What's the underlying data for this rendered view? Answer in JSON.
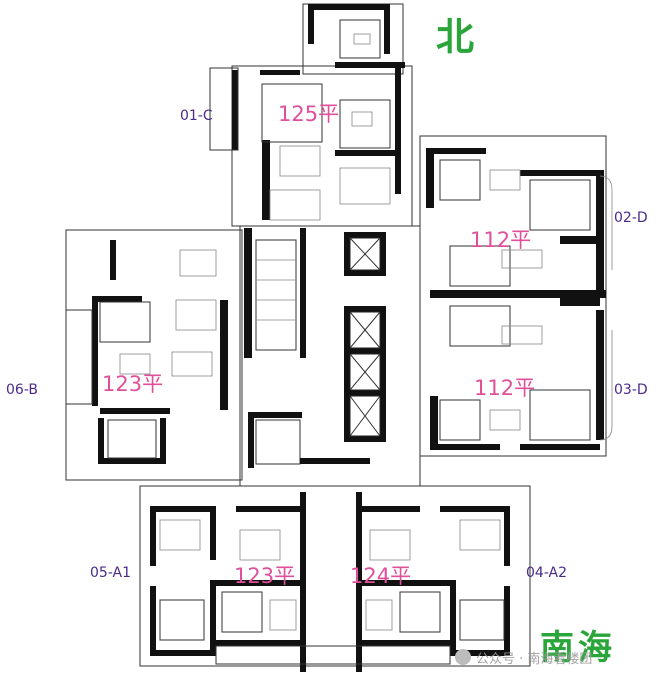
{
  "compass": {
    "north": "北",
    "south_sea": "南海"
  },
  "units": [
    {
      "id": "01-C",
      "code": "01-C",
      "area": "125平"
    },
    {
      "id": "02-D",
      "code": "02-D",
      "area": "112平"
    },
    {
      "id": "03-D",
      "code": "03-D",
      "area": "112平"
    },
    {
      "id": "06-B",
      "code": "06-B",
      "area": "123平"
    },
    {
      "id": "05-A1",
      "code": "05-A1",
      "area": "123平"
    },
    {
      "id": "04-A2",
      "code": "04-A2",
      "area": "124平"
    }
  ],
  "watermark": {
    "text": "公众号 · 南海看楼团"
  },
  "colors": {
    "area_label": "#e0509a",
    "unit_code": "#4a2a8a",
    "compass": "#2aa53a",
    "wall": "#111111"
  }
}
